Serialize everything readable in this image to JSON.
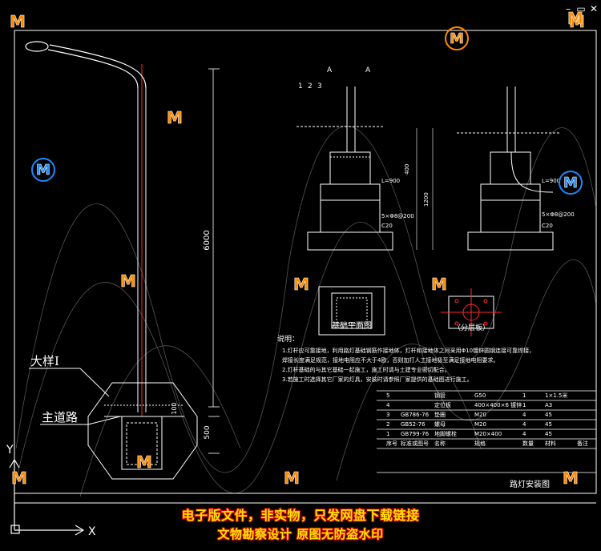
{
  "window": {
    "minimize_glyph": "–",
    "restore_glyph": "▭",
    "close_glyph": "✕"
  },
  "drawing": {
    "section_marks": [
      "A",
      "A"
    ],
    "layer_numbers": [
      "1",
      "2",
      "3"
    ],
    "pole_height": "6000",
    "dim_foundation": "500",
    "dim_small": "100",
    "dim_right_1": "400",
    "dim_right_2": "1200",
    "label_detail": "大样Ⅰ",
    "label_road": "主道路",
    "plan_label_left": "基础平面图",
    "plan_label_right": "（分层板）",
    "spec_c20": "C20",
    "spec_l900": "L=900",
    "spec_rebar": "5×Φ8@200",
    "notes_title": "说明：",
    "notes": [
      "1.灯杆应可靠接地，利用路灯基础钢筋作接地体，灯杆和接地体之间采用Φ10镀锌圆钢连接可靠焊接，",
      "   焊接长度满足规范，接地电阻应不大于4欧，否则加打人工接地极至满足接地电阻要求。",
      "2.灯杆基础的与其它基础一起施工，施工时请与土建专业密切配合。",
      "3.若施工时选择其它厂家的灯具，安装时请参照厂家提供的基础图进行施工。"
    ],
    "table_headers": [
      "序号",
      "标准或图号",
      "名称",
      "规格",
      "数量",
      "材料",
      "备注"
    ],
    "table_rows": [
      [
        "5",
        "",
        "钢管",
        "G50",
        "1",
        "1×1.5米",
        ""
      ],
      [
        "4",
        "",
        "定位板",
        "400×400×6 镀锌",
        "1",
        "A3",
        ""
      ],
      [
        "3",
        "GB786-76",
        "垫圈",
        "M20",
        "4",
        "45",
        ""
      ],
      [
        "2",
        "GB52-76",
        "螺母",
        "M20",
        "4",
        "45",
        ""
      ],
      [
        "1",
        "GB799-76",
        "地脚螺栓",
        "M20×400",
        "4",
        "45",
        ""
      ]
    ],
    "table_title": "路灯安装图"
  },
  "watermarks": {
    "banner_line1": "电子版文件，非实物，只发网盘下载链接",
    "banner_line2": "文物勘察设计  原图无防盗水印",
    "logo_letter": "M"
  },
  "ucs": {
    "x": "X",
    "y": "Y"
  },
  "colors": {
    "background": "#000000",
    "line": "#ffffff",
    "pole": "#ff2a2a",
    "banner_text": "#ffe600",
    "logo_orange": "#ff8a00",
    "logo_blue": "#1e88ff"
  }
}
